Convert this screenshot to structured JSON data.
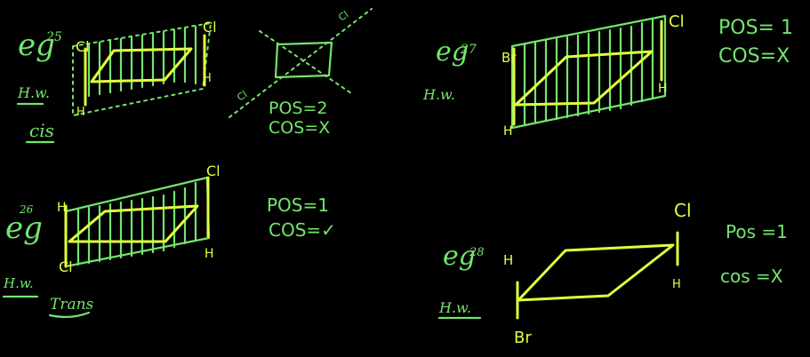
{
  "colors": {
    "background": "#000000",
    "structure": "#e3ff3d",
    "annotation": "#73e66b"
  },
  "examples": [
    {
      "id": "eg25",
      "eg": "eg",
      "num": "25",
      "hw": "H.w.",
      "type": "cis",
      "labels": [
        "Cl",
        "Cl",
        "H",
        "H"
      ],
      "pos": "POS=2",
      "cos": "COS=X",
      "axis_labels": [
        "Cl",
        "Cl"
      ]
    },
    {
      "id": "eg26",
      "eg": "eg",
      "num": "26",
      "hw": "H.w.",
      "type": "Trans",
      "labels": [
        "H",
        "Cl",
        "Cl",
        "H"
      ],
      "pos": "POS=1",
      "cos": "COS=✓"
    },
    {
      "id": "eg27",
      "eg": "eg",
      "num": "27",
      "hw": "H.w.",
      "labels": [
        "Br",
        "Cl",
        "H",
        "H"
      ],
      "pos": "POS= 1",
      "cos": "COS=X"
    },
    {
      "id": "eg28",
      "eg": "eg",
      "num": "28",
      "hw": "H.w.",
      "labels": [
        "H",
        "Cl",
        "H",
        "Br"
      ],
      "pos": "Pos =1",
      "cos": "cos =X"
    }
  ]
}
